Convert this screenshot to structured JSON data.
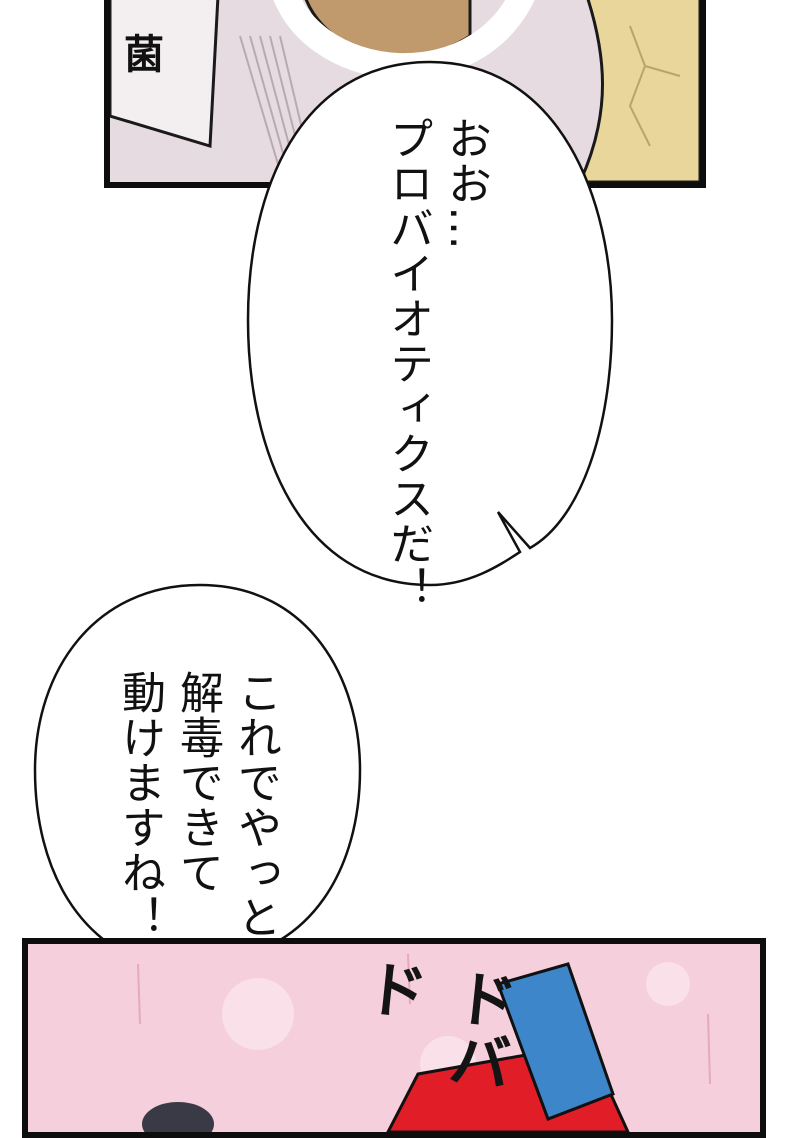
{
  "panel_top": {
    "sign_char": "菌"
  },
  "bubble_1": {
    "lines": [
      "おお…",
      "プロバイオティクスだ！"
    ]
  },
  "bubble_2": {
    "lines": [
      "これでやっと",
      "解毒できて",
      "動けますね！"
    ]
  },
  "panel_bottom": {
    "sfx": "ドバド"
  },
  "colors": {
    "panel_border": "#0d0d0d",
    "top_panel_bg": "#e2d6db",
    "bottom_panel_bg": "#f5cddb",
    "sign_bg": "#f2eeef",
    "cap_color": "#b89466",
    "cup_color": "#e9d99a",
    "box_red": "#e0202a",
    "box_blue": "#3f86c8"
  }
}
